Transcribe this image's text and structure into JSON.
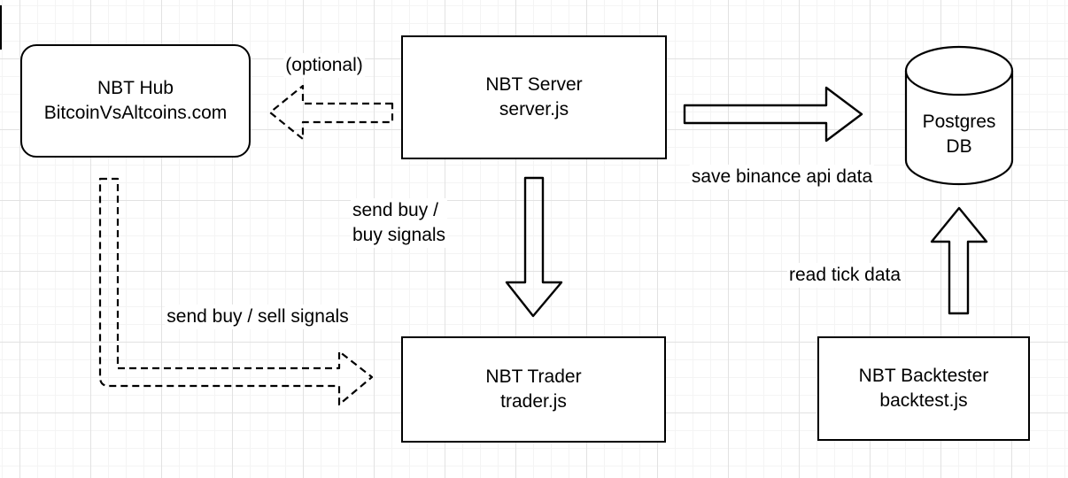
{
  "canvas": {
    "background_color": "#ffffff",
    "grid_minor_color": "#f4f4f4",
    "grid_major_color": "#e2e2e2",
    "shape_stroke_color": "#000000",
    "shape_fill_color": "#ffffff"
  },
  "nodes": {
    "hub": {
      "line1": "NBT Hub",
      "line2": "BitcoinVsAltcoins.com"
    },
    "server": {
      "line1": "NBT Server",
      "line2": "server.js"
    },
    "postgres": {
      "line1": "Postgres",
      "line2": "DB"
    },
    "trader": {
      "line1": "NBT Trader",
      "line2": "trader.js"
    },
    "backtester": {
      "line1": "NBT Backtester",
      "line2": "backtest.js"
    }
  },
  "labels": {
    "optional": "(optional)",
    "save_binance": "save binance api data",
    "send_buy_line1": "send buy /",
    "send_buy_line2": "buy signals",
    "send_buy_sell": "send buy / sell signals",
    "read_tick": "read tick data"
  }
}
